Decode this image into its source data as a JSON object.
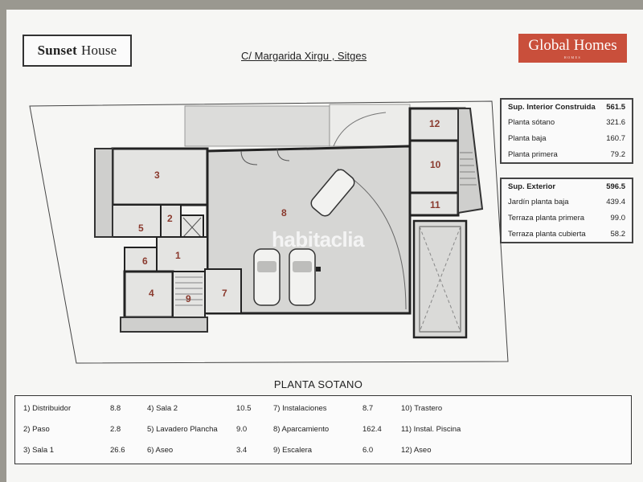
{
  "header": {
    "brand_bold": "Sunset",
    "brand_light": "House",
    "address": "C/ Margarida Xirgu      , Sitges",
    "logo_text": "Global Homes",
    "logo_tagline": "HOMES"
  },
  "interior": {
    "title": "Sup. Interior Construida",
    "total": "561.5",
    "rows": [
      {
        "label": "Planta sótano",
        "value": "321.6"
      },
      {
        "label": "Planta baja",
        "value": "160.7"
      },
      {
        "label": "Planta primera",
        "value": "79.2"
      }
    ]
  },
  "exterior": {
    "title": "Sup. Exterior",
    "total": "596.5",
    "rows": [
      {
        "label": "Jardín planta baja",
        "value": "439.4"
      },
      {
        "label": "Terraza planta primera",
        "value": "99.0"
      },
      {
        "label": "Terraza planta cubierta",
        "value": "58.2"
      }
    ]
  },
  "plan": {
    "watermark": "habitaclia",
    "room_numbers": [
      "1",
      "2",
      "3",
      "4",
      "5",
      "6",
      "7",
      "8",
      "9",
      "10",
      "11",
      "12"
    ]
  },
  "legend": {
    "title": "PLANTA SOTANO",
    "items": [
      {
        "label": "1) Distribuidor",
        "value": "8.8"
      },
      {
        "label": "2) Paso",
        "value": "2.8"
      },
      {
        "label": "3) Sala 1",
        "value": "26.6"
      },
      {
        "label": "4) Sala 2",
        "value": "10.5"
      },
      {
        "label": "5) Lavadero Plancha",
        "value": "9.0"
      },
      {
        "label": "6) Aseo",
        "value": "3.4"
      },
      {
        "label": "7) Instalaciones",
        "value": "8.7"
      },
      {
        "label": "8) Aparcamiento",
        "value": "162.4"
      },
      {
        "label": "9) Escalera",
        "value": "6.0"
      },
      {
        "label": "10) Trastero",
        "value": ""
      },
      {
        "label": "11) Instal. Piscina",
        "value": ""
      },
      {
        "label": "12) Aseo",
        "value": ""
      }
    ]
  }
}
